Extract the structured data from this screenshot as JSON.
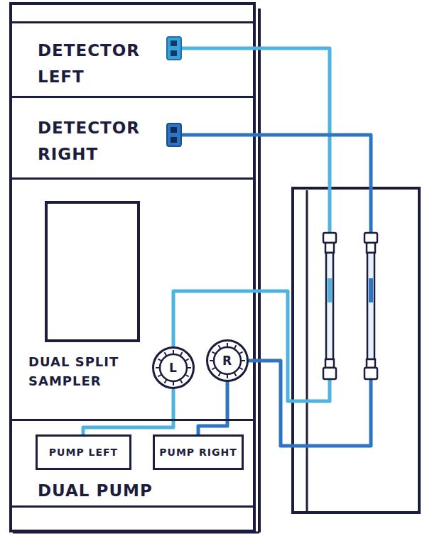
{
  "diagram": {
    "nodes": [
      {
        "text": [
          "DETECTOR LEFT"
        ]
      },
      {
        "text": [
          "DETECTOR RIGHT"
        ]
      },
      {
        "text": [
          "DUAL SPLIT SAMPLER"
        ]
      },
      {
        "text": [
          "L"
        ],
        "in": 2
      },
      {
        "text": [
          "R"
        ],
        "in": 2
      },
      {
        "text": [
          "DUAL PUMP"
        ]
      },
      {
        "text": [
          "PUMP LEFT"
        ],
        "in": 5
      },
      {
        "text": [
          "PUMP RIGHT"
        ],
        "in": 5
      }
    ],
    "edges": [
      {
        "from": 6,
        "to": 3,
        "arrow": "none"
      },
      {
        "from": 7,
        "to": 4,
        "arrow": "none"
      },
      {
        "from": 3,
        "to": 0,
        "arrow": "none"
      },
      {
        "from": 4,
        "to": 1,
        "arrow": "none"
      }
    ]
  }
}
